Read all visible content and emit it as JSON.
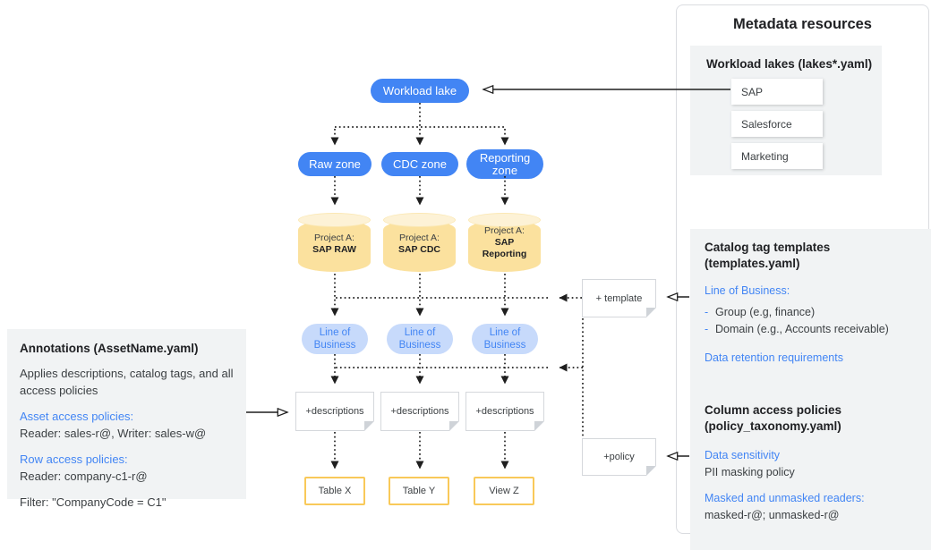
{
  "colors": {
    "zone_blue": "#4285F4",
    "lob_light_blue": "#C7DAFB",
    "cylinder_yellow": "#FBE19E",
    "cylinder_top_cream": "#FDF2D6",
    "table_border_gold": "#F9C959",
    "panel_gray": "#F1F3F4",
    "link_blue": "#4285F4",
    "line_dark": "#1f1f1f"
  },
  "flow": {
    "lake_label": "Workload lake",
    "zones": [
      {
        "label": "Raw zone"
      },
      {
        "label": "CDC zone"
      },
      {
        "label": "Reporting zone"
      }
    ],
    "projects": [
      {
        "prefix": "Project A:",
        "name": "SAP RAW"
      },
      {
        "prefix": "Project A:",
        "name": "SAP CDC"
      },
      {
        "prefix": "Project A:",
        "name": "SAP Reporting"
      }
    ],
    "lob_label": "Line of Business",
    "descriptions_label": "+descriptions",
    "template_note": "+ template",
    "policy_note": "+policy",
    "tables": [
      {
        "label": "Table X"
      },
      {
        "label": "Table Y"
      },
      {
        "label": "View Z"
      }
    ]
  },
  "annotations": {
    "title": "Annotations (AssetName.yaml)",
    "description": "Applies descriptions, catalog tags, and all access policies",
    "asset_label": "Asset access policies:",
    "asset_value": "Reader: sales-r@, Writer: sales-w@",
    "row_label": "Row access policies:",
    "row_value": "Reader: company-c1-r@",
    "filter_value": "Filter: \"CompanyCode = C1\""
  },
  "metadata": {
    "title": "Metadata resources",
    "lakes": {
      "header": "Workload lakes (lakes*.yaml)",
      "items": [
        {
          "label": "SAP"
        },
        {
          "label": "Salesforce"
        },
        {
          "label": "Marketing"
        }
      ]
    },
    "templates": {
      "header_line1": "Catalog tag templates",
      "header_line2": "(templates.yaml)",
      "lob_link": "Line of Business:",
      "bullets": [
        {
          "dash": "-",
          "text": "Group (e.g, finance)"
        },
        {
          "dash": "-",
          "text": "Domain (e.g., Accounts receivable)"
        }
      ],
      "retention_link": "Data retention requirements"
    },
    "policies": {
      "header_line1": "Column access policies",
      "header_line2": "(policy_taxonomy.yaml)",
      "sensitivity_link": "Data sensitivity",
      "sensitivity_value": "PII masking policy",
      "readers_link": "Masked and unmasked readers:",
      "readers_value": "masked-r@; unmasked-r@"
    }
  }
}
